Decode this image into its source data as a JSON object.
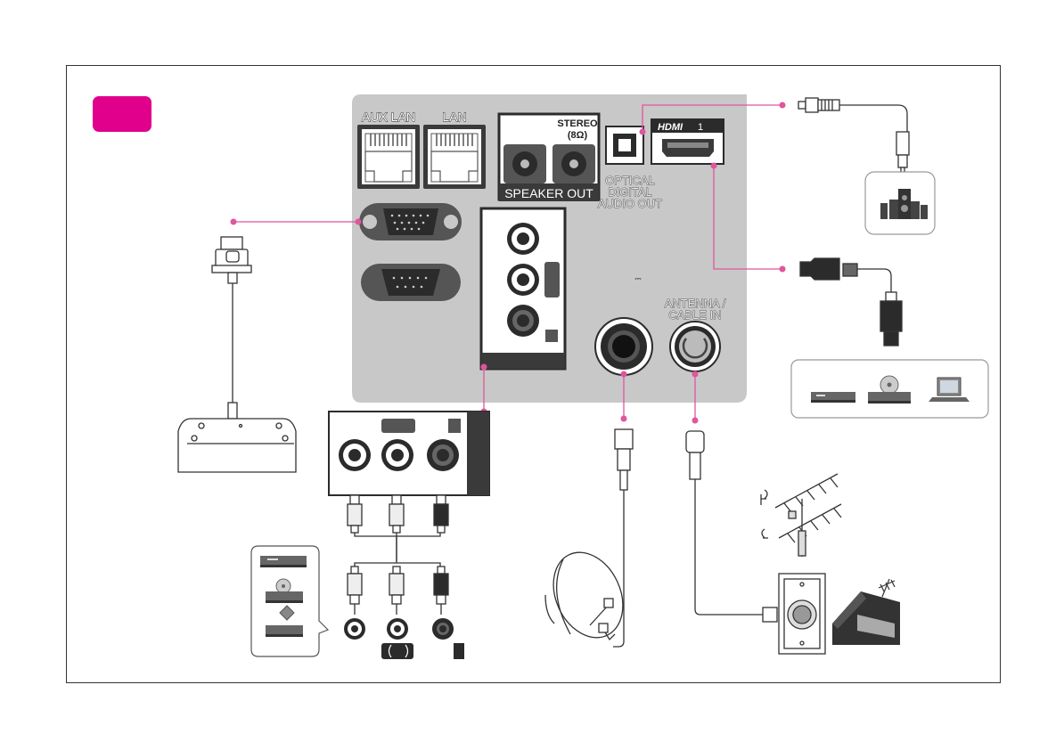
{
  "colors": {
    "accent": "#e0008c",
    "panel": "#c8c8c8",
    "dark": "#2b2b2b",
    "leader": "#e0559e"
  },
  "ports": {
    "aux_lan": "AUX LAN",
    "lan": "LAN",
    "stereo": "STEREO",
    "stereo_ohm": "(8Ω)",
    "speaker_out": "SPEAKER OUT",
    "optical_line1": "OPTICAL",
    "optical_line2": "DIGITAL",
    "optical_line3": "AUDIO OUT",
    "hdmi": "HDMI",
    "hdmi_num": "1",
    "antenna_line1": "ANTENNA /",
    "antenna_line2": "CABLE IN",
    "dc_symbol": "⎓"
  },
  "icons": [
    "rgb-serial-adapter-icon",
    "home-theater-speakers-icon",
    "set-top-box-icon",
    "dvd-player-icon",
    "laptop-icon",
    "vcr-icon",
    "satellite-dish-icon",
    "terrestrial-antenna-icon",
    "house-icon"
  ]
}
